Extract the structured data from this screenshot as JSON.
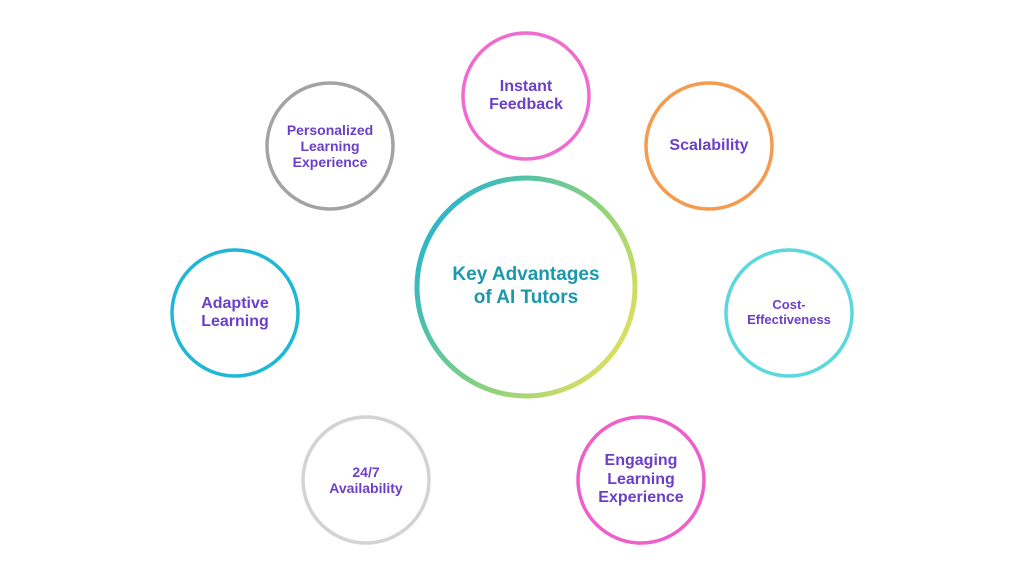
{
  "diagram": {
    "center": {
      "title": "Key Advantages of AI Tutors",
      "gradient": [
        "#2bb6c9",
        "#8fd37a",
        "#f2e15a"
      ]
    },
    "nodes": [
      {
        "id": "instant-feedback",
        "label": "Instant Feedback",
        "color": "#f06bd0"
      },
      {
        "id": "scalability",
        "label": "Scalability",
        "color": "#f59b4f"
      },
      {
        "id": "cost-effectiveness",
        "label": "Cost-Effectiveness",
        "color": "#5ad8de"
      },
      {
        "id": "engaging-learning-experience",
        "label": "Engaging Learning Experience",
        "color": "#ee5fc9"
      },
      {
        "id": "availability-24-7",
        "label": "24/7 Availability",
        "color": "#d3d3d3"
      },
      {
        "id": "adaptive-learning",
        "label": "Adaptive Learning",
        "color": "#20b7d6"
      },
      {
        "id": "personalized-learning-experience",
        "label": "Personalized Learning Experience",
        "color": "#a3a3a3"
      }
    ]
  }
}
